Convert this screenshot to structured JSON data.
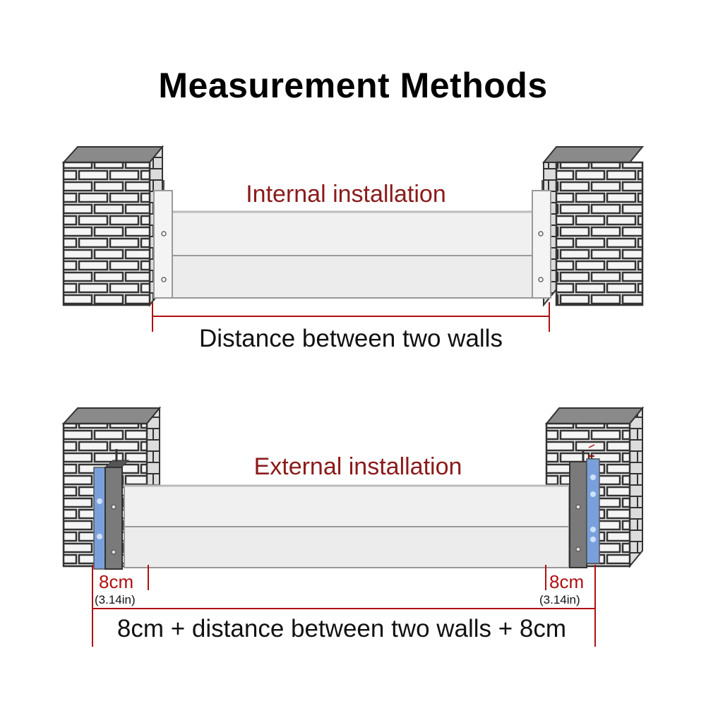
{
  "title": "Measurement Methods",
  "internal": {
    "label": "Internal installation",
    "dimension_label": "Distance between two walls"
  },
  "external": {
    "label": "External installation",
    "left_offset": "8cm",
    "left_offset_in": "(3.14in)",
    "right_offset": "8cm",
    "right_offset_in": "(3.14in)",
    "dimension_label": "8cm + distance between two walls + 8cm"
  },
  "colors": {
    "accent_red": "#b01010",
    "label_red": "#8b1a1a",
    "brick_fill": "#ebebeb",
    "brick_outline": "#333333",
    "panel_fill": "#f0f0f0",
    "bracket_blue": "#7aa0dc",
    "bracket_dark": "#6b6b6b"
  }
}
